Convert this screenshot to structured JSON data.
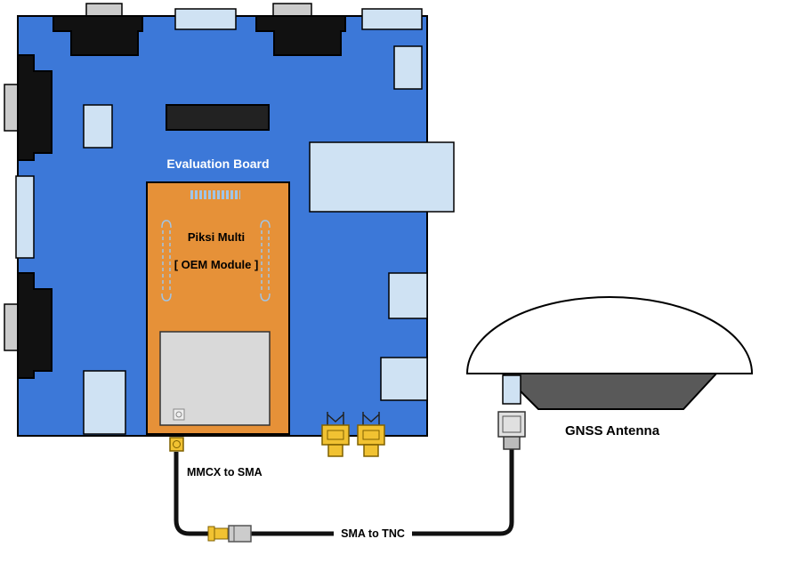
{
  "board": {
    "label": "Evaluation Board"
  },
  "module": {
    "title": "Piksi Multi",
    "subtitle": "[ OEM Module ]"
  },
  "cables": {
    "mmcx_to_sma": "MMCX to SMA",
    "sma_to_tnc": "SMA to TNC"
  },
  "antenna": {
    "label": "GNSS Antenna"
  },
  "colors": {
    "board": "#3c78d8",
    "component": "#cfe2f3",
    "module": "#e69138",
    "chip": "#d9d9d9",
    "connector_gold": "#f1c232",
    "connector_gray": "#cccccc",
    "antenna_base": "#595959",
    "pins": "#9fc5e8"
  }
}
